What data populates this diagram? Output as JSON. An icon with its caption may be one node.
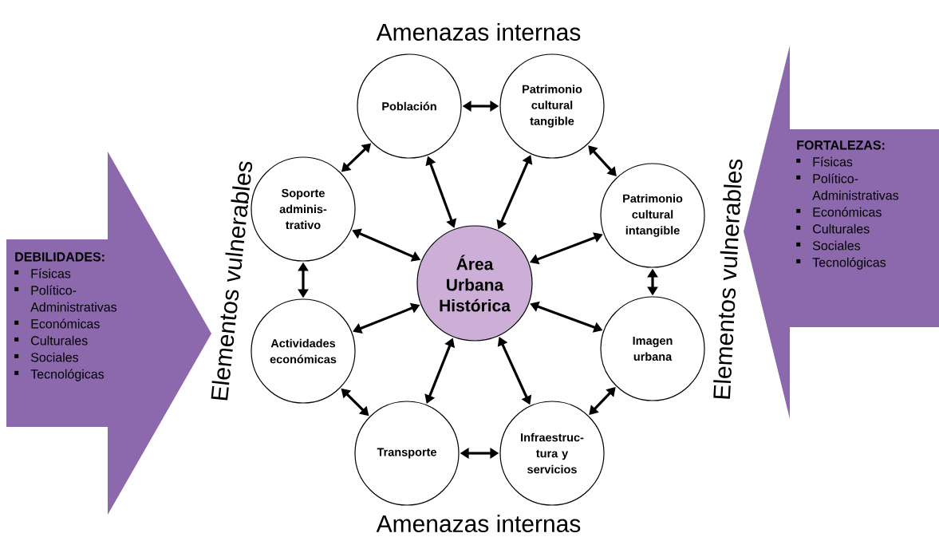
{
  "diagram": {
    "nodes": [
      {
        "text": [
          "DEBILIDADES:",
          "Físicas",
          "Político-Administrativas",
          "Económicas",
          "Culturales",
          "Sociales",
          "Tecnológicas"
        ]
      },
      {
        "text": [
          "Población"
        ]
      },
      {
        "text": [
          "Patrimonio cultural tangible"
        ]
      },
      {
        "text": [
          "Soporte adminis- trativo"
        ]
      },
      {
        "text": [
          "Patrimonio cultural intangible"
        ]
      },
      {
        "text": [
          "Área Urbana Histórica"
        ]
      },
      {
        "text": [
          "Actividades económicas"
        ]
      },
      {
        "text": [
          "Imagen urbana"
        ]
      },
      {
        "text": [
          "Transporte"
        ]
      },
      {
        "text": [
          "Infraestruc- tura y servicios"
        ]
      },
      {
        "text": [
          "FORTALEZAS:",
          "Físicas",
          "Político-Administrativas",
          "Económicas",
          "Culturales",
          "Sociales",
          "Tecnológicas"
        ]
      }
    ],
    "edges": [
      {
        "from": 1,
        "to": 2,
        "arrow": "both"
      },
      {
        "from": 2,
        "to": 4,
        "arrow": "both"
      },
      {
        "from": 4,
        "to": 7,
        "arrow": "both"
      },
      {
        "from": 7,
        "to": 9,
        "arrow": "both"
      },
      {
        "from": 9,
        "to": 8,
        "arrow": "both"
      },
      {
        "from": 8,
        "to": 6,
        "arrow": "both"
      },
      {
        "from": 6,
        "to": 3,
        "arrow": "both"
      },
      {
        "from": 3,
        "to": 1,
        "arrow": "both"
      },
      {
        "from": 1,
        "to": 5,
        "arrow": "both"
      },
      {
        "from": 2,
        "to": 5,
        "arrow": "both"
      },
      {
        "from": 4,
        "to": 5,
        "arrow": "both"
      },
      {
        "from": 7,
        "to": 5,
        "arrow": "both"
      },
      {
        "from": 9,
        "to": 5,
        "arrow": "both"
      },
      {
        "from": 8,
        "to": 5,
        "arrow": "both"
      },
      {
        "from": 6,
        "to": 5,
        "arrow": "both"
      },
      {
        "from": 3,
        "to": 5,
        "arrow": "both"
      }
    ],
    "labels": [
      "Amenazas internas",
      "Elementos vulnerables",
      "Elementos vulnerables",
      "Amenazas internas"
    ]
  }
}
